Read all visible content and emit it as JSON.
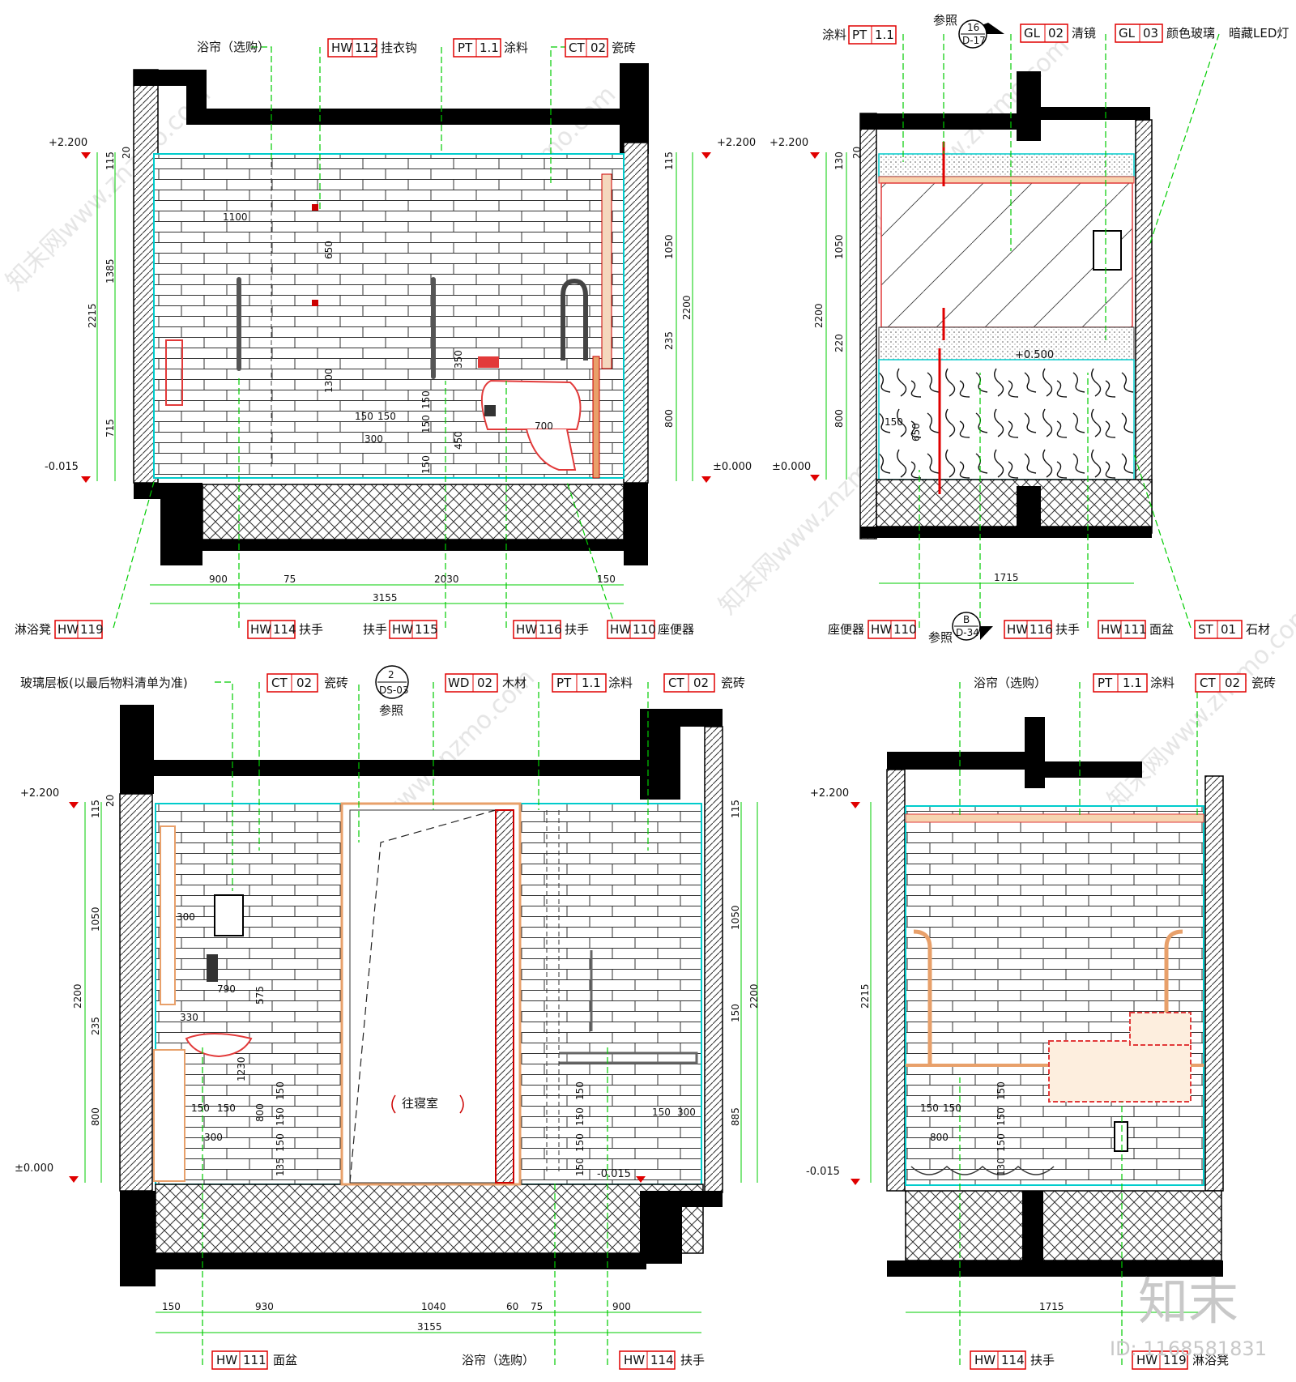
{
  "colors": {
    "wall": "#000000",
    "leader": "#00cc00",
    "tag_border": "#e00000",
    "level_marker": "#e00000",
    "glass_edge": "#00cccc",
    "fixture": "#e23a3a",
    "hatch": "#444444"
  },
  "elev1": {
    "tags_top": [
      {
        "prefix": "",
        "code": "",
        "num": "",
        "text": "浴帘（选购）"
      },
      {
        "prefix": "",
        "code": "HW",
        "num": "112",
        "text": "挂衣钩"
      },
      {
        "prefix": "",
        "code": "PT",
        "num": "1.1",
        "text": "涂料"
      },
      {
        "prefix": "",
        "code": "CT",
        "num": "02",
        "text": "瓷砖"
      }
    ],
    "tags_bottom": [
      {
        "prefix": "淋浴凳",
        "code": "HW",
        "num": "119",
        "text": ""
      },
      {
        "prefix": "",
        "code": "HW",
        "num": "114",
        "text": "扶手"
      },
      {
        "prefix": "扶手",
        "code": "HW",
        "num": "115",
        "text": ""
      },
      {
        "prefix": "",
        "code": "HW",
        "num": "116",
        "text": "扶手"
      },
      {
        "prefix": "",
        "code": "HW",
        "num": "110",
        "text": "座便器"
      }
    ],
    "levels": [
      "+2.200",
      "-0.015",
      "+2.200",
      "±0.000"
    ],
    "dims_left": [
      "115",
      "20",
      "1385",
      "2215",
      "715"
    ],
    "dims_right": [
      "115",
      "1050",
      "2200",
      "235",
      "800"
    ],
    "dims_bottom": [
      "900",
      "75",
      "2030",
      "150"
    ],
    "total": "3155",
    "inner_dims": [
      "1100",
      "650",
      "1300",
      "150",
      "150",
      "300",
      "150",
      "150",
      "450",
      "150",
      "350",
      "700"
    ]
  },
  "elev2": {
    "ref_top": {
      "label": "参照",
      "num": "16",
      "sheet": "D-17"
    },
    "ref_bottom": {
      "label": "参照",
      "num": "B",
      "sheet": "D-34"
    },
    "tags_top": [
      {
        "prefix": "涂料",
        "code": "PT",
        "num": "1.1",
        "text": ""
      },
      {
        "prefix": "",
        "code": "GL",
        "num": "02",
        "text": "清镜"
      },
      {
        "prefix": "",
        "code": "GL",
        "num": "03",
        "text": "颜色玻璃"
      },
      {
        "prefix": "",
        "code": "",
        "num": "",
        "text": "暗藏LED灯"
      }
    ],
    "tags_bottom": [
      {
        "prefix": "座便器",
        "code": "HW",
        "num": "110",
        "text": ""
      },
      {
        "prefix": "",
        "code": "HW",
        "num": "116",
        "text": "扶手"
      },
      {
        "prefix": "",
        "code": "HW",
        "num": "111",
        "text": "面盆"
      },
      {
        "prefix": "",
        "code": "ST",
        "num": "01",
        "text": "石材"
      }
    ],
    "levels": [
      "+2.200",
      "±0.000",
      "+0.500"
    ],
    "dims_left": [
      "130",
      "20",
      "1050",
      "2200",
      "220",
      "800"
    ],
    "inner_dims": [
      "150",
      "650"
    ],
    "total": "1715"
  },
  "elev3": {
    "ref_top": {
      "label": "参照",
      "num": "2",
      "sheet": "DS-03"
    },
    "tags_top": [
      {
        "prefix": "玻璃层板(以最后物料清单为准)",
        "code": "",
        "num": "",
        "text": ""
      },
      {
        "prefix": "",
        "code": "CT",
        "num": "02",
        "text": "瓷砖"
      },
      {
        "prefix": "",
        "code": "WD",
        "num": "02",
        "text": "木材"
      },
      {
        "prefix": "",
        "code": "PT",
        "num": "1.1",
        "text": "涂料"
      },
      {
        "prefix": "",
        "code": "CT",
        "num": "02",
        "text": "瓷砖"
      }
    ],
    "tags_bottom": [
      {
        "prefix": "",
        "code": "HW",
        "num": "111",
        "text": "面盆"
      },
      {
        "prefix": "浴帘（选购）",
        "code": "",
        "num": "",
        "text": ""
      },
      {
        "prefix": "",
        "code": "HW",
        "num": "114",
        "text": "扶手"
      }
    ],
    "door_label": "往寝室",
    "levels": [
      "+2.200",
      "±0.000",
      "-0.015"
    ],
    "dims_left": [
      "115",
      "20",
      "1050",
      "2200",
      "235",
      "800"
    ],
    "dims_right": [
      "115",
      "1050",
      "2200",
      "150",
      "885"
    ],
    "dims_bottom": [
      "150",
      "930",
      "1040",
      "60",
      "75",
      "900"
    ],
    "total": "3155",
    "inner_dims": [
      "300",
      "790",
      "575",
      "330",
      "1230",
      "150",
      "150",
      "800",
      "300",
      "150",
      "150",
      "150",
      "135",
      "150",
      "150",
      "150",
      "150",
      "150",
      "300"
    ]
  },
  "elev4": {
    "tags_top": [
      {
        "prefix": "",
        "code": "",
        "num": "",
        "text": "浴帘（选购）"
      },
      {
        "prefix": "",
        "code": "PT",
        "num": "1.1",
        "text": "涂料"
      },
      {
        "prefix": "",
        "code": "CT",
        "num": "02",
        "text": "瓷砖"
      }
    ],
    "tags_bottom": [
      {
        "prefix": "",
        "code": "HW",
        "num": "114",
        "text": "扶手"
      },
      {
        "prefix": "",
        "code": "HW",
        "num": "119",
        "text": "淋浴凳"
      }
    ],
    "levels": [
      "+2.200",
      "-0.015"
    ],
    "dims_left": [
      "2215"
    ],
    "inner_dims": [
      "150",
      "150",
      "800",
      "150",
      "150",
      "150",
      "130"
    ],
    "total": "1715"
  },
  "brand": {
    "logo": "知末",
    "id_text": "ID: 1168581831"
  },
  "watermark": "知末网www.znzmo.com"
}
